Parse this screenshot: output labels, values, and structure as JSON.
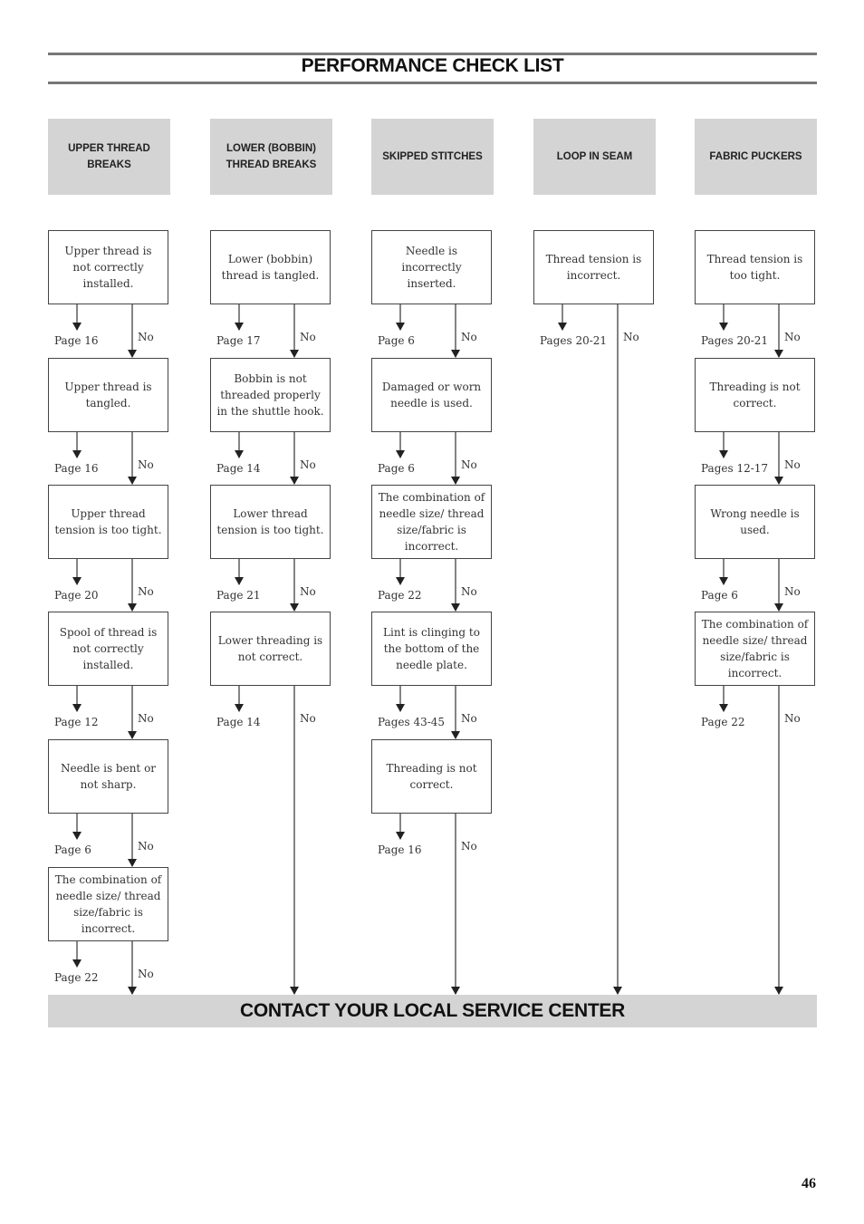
{
  "title": "PERFORMANCE CHECK LIST",
  "footer": "CONTACT YOUR LOCAL SERVICE CENTER",
  "page_number": "46",
  "no_label": "No",
  "columns": [
    {
      "header": "UPPER THREAD BREAKS",
      "steps": [
        {
          "text": "Upper thread is not correctly installed.",
          "ref": "Page 16"
        },
        {
          "text": "Upper thread is tangled.",
          "ref": "Page 16"
        },
        {
          "text": "Upper thread tension is too tight.",
          "ref": "Page 20"
        },
        {
          "text": "Spool of thread is not correctly installed.",
          "ref": "Page 12"
        },
        {
          "text": "Needle is bent or not sharp.",
          "ref": "Page 6"
        },
        {
          "text": "The combination of needle size/ thread size/fabric is incorrect.",
          "ref": "Page 22"
        }
      ]
    },
    {
      "header": "LOWER (BOBBIN) THREAD BREAKS",
      "steps": [
        {
          "text": "Lower (bobbin) thread is tangled.",
          "ref": "Page 17"
        },
        {
          "text": "Bobbin is not threaded properly in the shuttle hook.",
          "ref": "Page 14"
        },
        {
          "text": "Lower thread tension is too tight.",
          "ref": "Page 21"
        },
        {
          "text": "Lower threading is not correct.",
          "ref": "Page 14"
        }
      ]
    },
    {
      "header": "SKIPPED STITCHES",
      "steps": [
        {
          "text": "Needle is incorrectly inserted.",
          "ref": "Page 6"
        },
        {
          "text": "Damaged or worn needle is used.",
          "ref": "Page 6"
        },
        {
          "text": "The combination of needle size/ thread size/fabric is incorrect.",
          "ref": "Page 22"
        },
        {
          "text": "Lint is clinging to the bottom of the needle plate.",
          "ref": "Pages 43-45"
        },
        {
          "text": "Threading is not correct.",
          "ref": "Page 16"
        }
      ]
    },
    {
      "header": "LOOP IN SEAM",
      "steps": [
        {
          "text": "Thread tension is incorrect.",
          "ref": "Pages 20-21"
        }
      ]
    },
    {
      "header": "FABRIC PUCKERS",
      "steps": [
        {
          "text": "Thread tension is too tight.",
          "ref": "Pages 20-21"
        },
        {
          "text": "Threading is not correct.",
          "ref": "Pages 12-17"
        },
        {
          "text": "Wrong needle is used.",
          "ref": "Page 6"
        },
        {
          "text": "The combination of needle size/ thread size/fabric is incorrect.",
          "ref": "Page 22"
        }
      ]
    }
  ]
}
